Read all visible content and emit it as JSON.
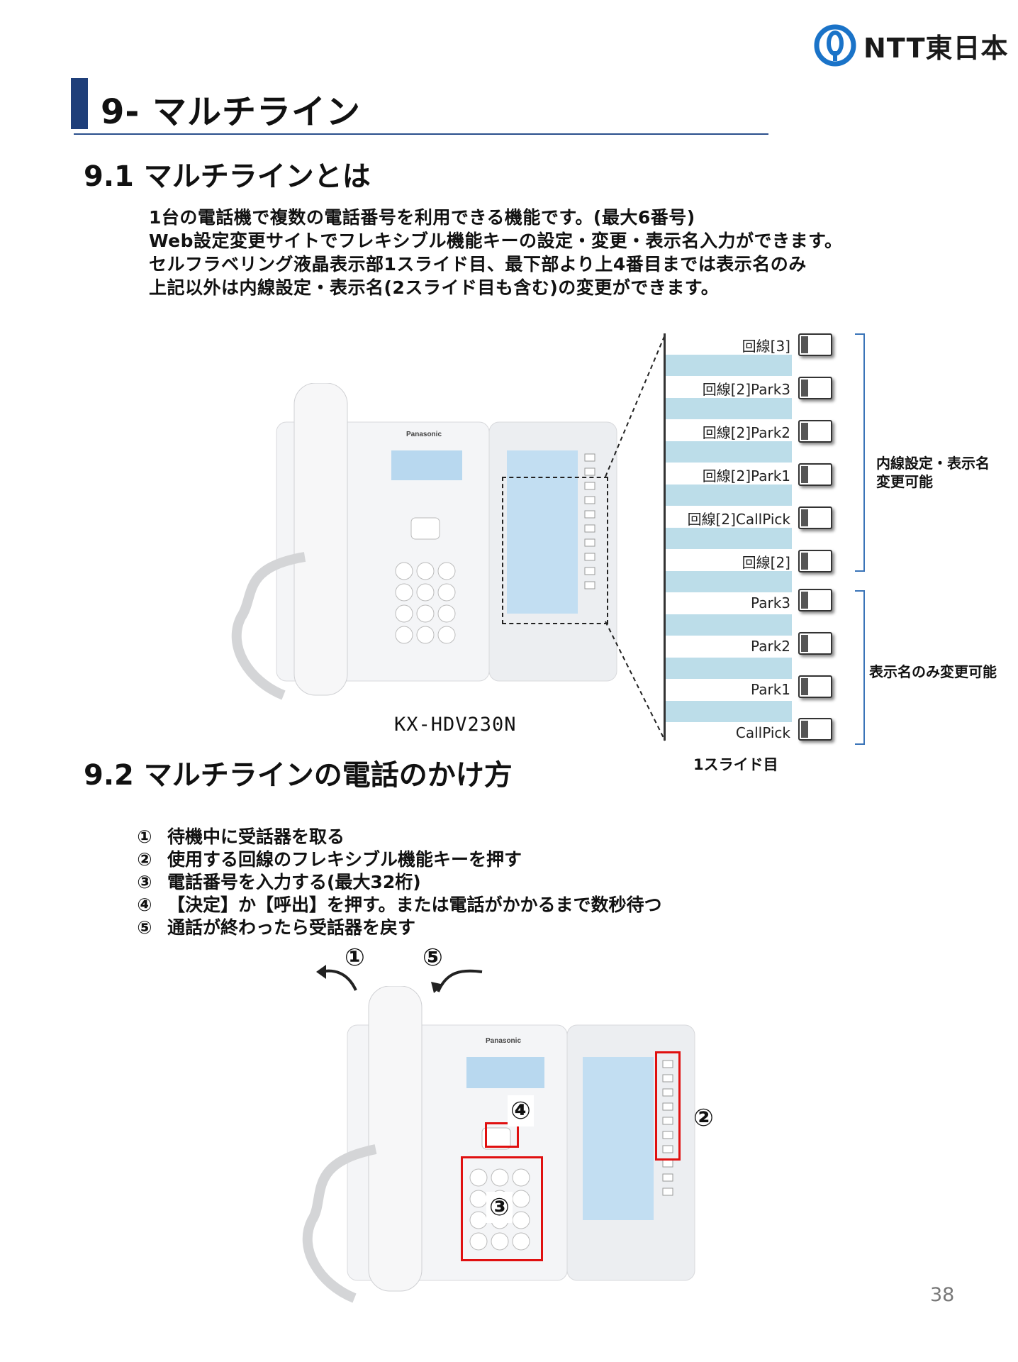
{
  "header": {
    "logo_text": "NTT東日本",
    "title": "9- マルチライン"
  },
  "section1": {
    "heading": "9.1 マルチラインとは",
    "description": [
      "1台の電話機で複数の電話番号を利用できる機能です。(最大6番号)",
      "Web設定変更サイトでフレキシブル機能キーの設定・変更・表示名入力ができます。",
      "セルフラベリング液晶表示部1スライド目、最下部より上4番目までは表示名のみ",
      "上記以外は内線設定・表示名(2スライド目も含む)の変更ができます。"
    ],
    "model_name": "KX-HDV230N",
    "line_labels": [
      "回線[3]",
      "回線[2]Park3",
      "回線[2]Park2",
      "回線[2]Park1",
      "回線[2]CallPick",
      "回線[2]",
      "Park3",
      "Park2",
      "Park1",
      "CallPick"
    ],
    "bracket_upper_label": "内線設定・表示名\n変更可能",
    "bracket_lower_label": "表示名のみ変更可能",
    "slide_label": "1スライド目",
    "phone_brand": "Panasonic"
  },
  "section2": {
    "heading": "9.2 マルチラインの電話のかけ方",
    "steps": [
      {
        "num": "①",
        "text": "待機中に受話器を取る"
      },
      {
        "num": "②",
        "text": "使用する回線のフレキシブル機能キーを押す"
      },
      {
        "num": "③",
        "text": "電話番号を入力する(最大32桁)"
      },
      {
        "num": "④",
        "text": "【決定】か【呼出】を押す。または電話がかかるまで数秒待つ"
      },
      {
        "num": "⑤",
        "text": "通話が終わったら受話器を戻す"
      }
    ],
    "callouts": {
      "c1": "①",
      "c2": "②",
      "c3": "③",
      "c4": "④",
      "c5": "⑤"
    }
  },
  "footer": {
    "page_number": "38"
  },
  "colors": {
    "brand_blue": "#1f3f7a",
    "band_blue": "#bcdde9",
    "highlight_red": "#e01010",
    "bracket_blue": "#3a74b8"
  }
}
